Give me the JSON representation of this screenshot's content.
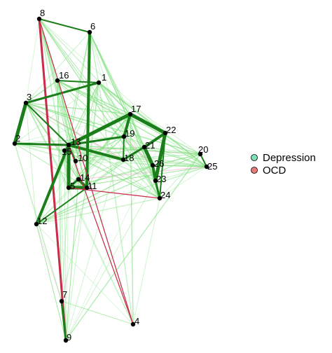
{
  "nodes": [
    {
      "id": "1"
    },
    {
      "id": "2"
    },
    {
      "id": "3"
    },
    {
      "id": "4"
    },
    {
      "id": "5"
    },
    {
      "id": "6"
    },
    {
      "id": "7"
    },
    {
      "id": "8"
    },
    {
      "id": "9"
    },
    {
      "id": "10"
    },
    {
      "id": "11"
    },
    {
      "id": "12"
    },
    {
      "id": "13"
    },
    {
      "id": "14"
    },
    {
      "id": "15"
    },
    {
      "id": "16"
    },
    {
      "id": "17"
    },
    {
      "id": "18"
    },
    {
      "id": "19"
    },
    {
      "id": "20"
    },
    {
      "id": "21"
    },
    {
      "id": "22"
    },
    {
      "id": "23"
    },
    {
      "id": "24"
    },
    {
      "id": "25"
    },
    {
      "id": "26"
    }
  ],
  "edge_colors": {
    "positive": "#1a7f1a",
    "positive_light": "#7ee07e",
    "negative": "#cc2a4a",
    "negative_light": "#f0a8c8"
  },
  "strong_edges": [
    [
      "8",
      "6"
    ],
    [
      "8",
      "9"
    ],
    [
      "6",
      "11"
    ],
    [
      "3",
      "2"
    ],
    [
      "3",
      "13"
    ],
    [
      "2",
      "13"
    ],
    [
      "13",
      "12"
    ],
    [
      "13",
      "5"
    ],
    [
      "13",
      "10"
    ],
    [
      "14",
      "5"
    ],
    [
      "14",
      "11"
    ],
    [
      "5",
      "11"
    ],
    [
      "12",
      "11"
    ],
    [
      "7",
      "9"
    ],
    [
      "17",
      "19"
    ],
    [
      "17",
      "22"
    ],
    [
      "19",
      "18"
    ],
    [
      "18",
      "21"
    ],
    [
      "21",
      "22"
    ],
    [
      "22",
      "23"
    ],
    [
      "22",
      "24"
    ],
    [
      "23",
      "24"
    ],
    [
      "26",
      "23"
    ],
    [
      "26",
      "21"
    ],
    [
      "20",
      "25"
    ],
    [
      "19",
      "13"
    ],
    [
      "18",
      "13"
    ],
    [
      "17",
      "13"
    ],
    [
      "16",
      "1"
    ],
    [
      "1",
      "3"
    ]
  ],
  "negative_edges": [
    [
      "8",
      "9"
    ],
    [
      "8",
      "4"
    ],
    [
      "13",
      "4"
    ],
    [
      "5",
      "24"
    ]
  ],
  "legend": {
    "items": [
      {
        "label": "Depression",
        "color": "#7fe0b8"
      },
      {
        "label": "OCD",
        "color": "#e87a7a"
      }
    ]
  }
}
